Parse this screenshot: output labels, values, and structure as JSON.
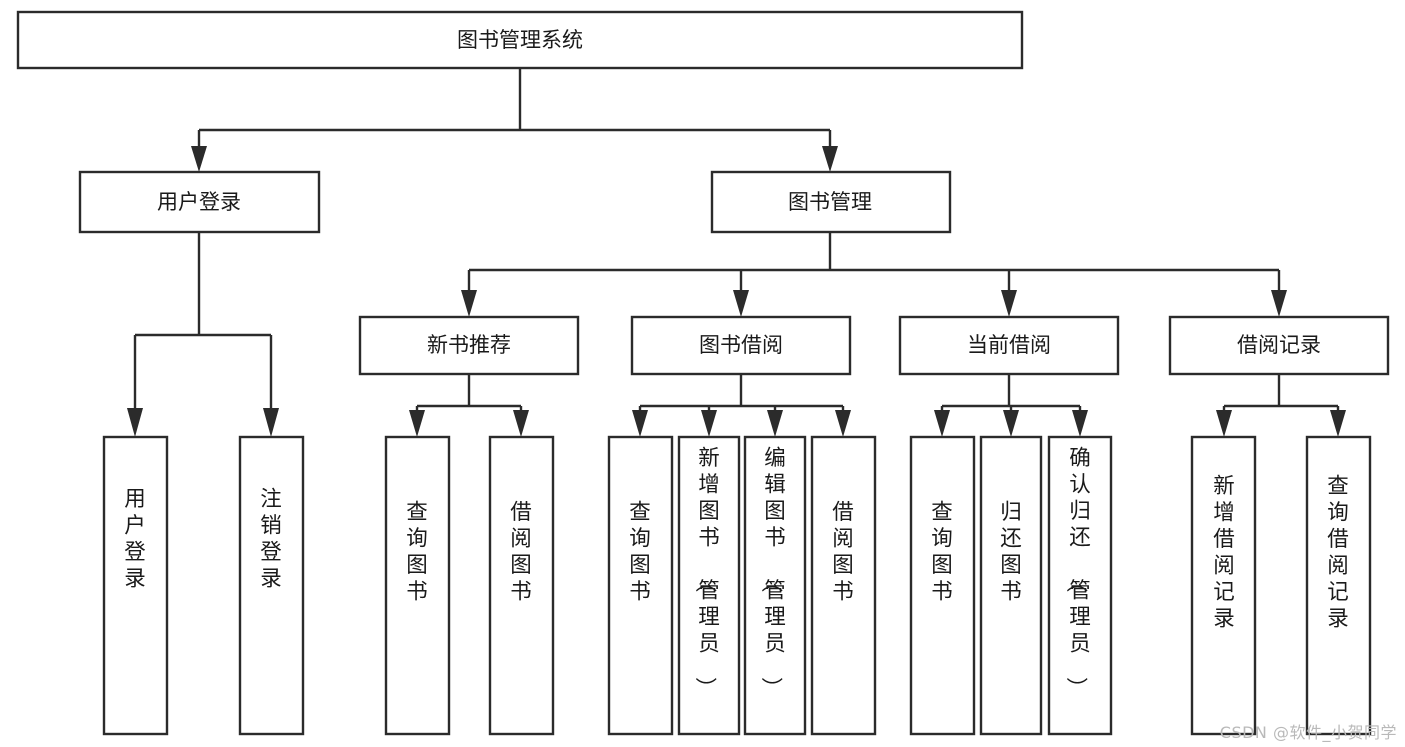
{
  "diagram": {
    "type": "tree-hierarchy-chart",
    "title": "图书管理系统",
    "watermark": "CSDN @软件_小贺同学",
    "colors": {
      "box_stroke": "#2b2b2b",
      "box_fill": "#ffffff",
      "text": "#1a1a1a",
      "background": "#ffffff",
      "watermark": "#b9b9b9"
    },
    "levels": {
      "root": {
        "label": "图书管理系统"
      },
      "level2": [
        {
          "id": "user-login",
          "label": "用户登录"
        },
        {
          "id": "book-management",
          "label": "图书管理"
        }
      ],
      "level3": [
        {
          "id": "new-book-recommend",
          "label": "新书推荐",
          "parent": "book-management"
        },
        {
          "id": "book-borrow",
          "label": "图书借阅",
          "parent": "book-management"
        },
        {
          "id": "current-borrow",
          "label": "当前借阅",
          "parent": "book-management"
        },
        {
          "id": "borrow-record",
          "label": "借阅记录",
          "parent": "book-management"
        }
      ],
      "leaves": [
        {
          "id": "leaf-user-login",
          "label": "用户登录",
          "parent": "user-login"
        },
        {
          "id": "leaf-logout-login",
          "label": "注销登录",
          "parent": "user-login"
        },
        {
          "id": "leaf-query-book-1",
          "label": "查询图书",
          "parent": "new-book-recommend"
        },
        {
          "id": "leaf-borrow-book-1",
          "label": "借阅图书",
          "parent": "new-book-recommend"
        },
        {
          "id": "leaf-query-book-2",
          "label": "查询图书",
          "parent": "book-borrow"
        },
        {
          "id": "leaf-add-book",
          "label": "新增图书（管理员）",
          "parent": "book-borrow"
        },
        {
          "id": "leaf-edit-book",
          "label": "编辑图书（管理员）",
          "parent": "book-borrow"
        },
        {
          "id": "leaf-borrow-book-2",
          "label": "借阅图书",
          "parent": "book-borrow"
        },
        {
          "id": "leaf-query-book-3",
          "label": "查询图书",
          "parent": "current-borrow"
        },
        {
          "id": "leaf-return-book",
          "label": "归还图书",
          "parent": "current-borrow"
        },
        {
          "id": "leaf-confirm-return",
          "label": "确认归还（管理员）",
          "parent": "current-borrow"
        },
        {
          "id": "leaf-add-record",
          "label": "新增借阅记录",
          "parent": "borrow-record"
        },
        {
          "id": "leaf-query-record",
          "label": "查询借阅记录",
          "parent": "borrow-record"
        }
      ]
    }
  }
}
